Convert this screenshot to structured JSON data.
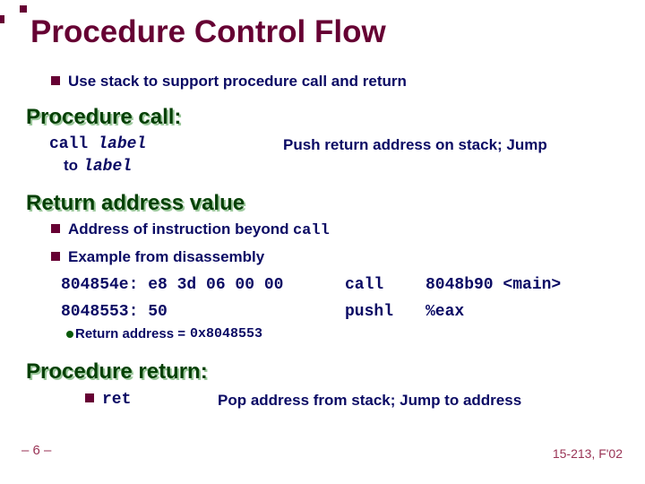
{
  "slide": {
    "title": "Procedure Control Flow",
    "intro_bullet": "Use stack to support procedure call and return",
    "call_section": {
      "heading": "Procedure call:",
      "code_keyword": "call",
      "code_operand": "label",
      "wrap_prefix": "to",
      "wrap_operand": "label",
      "description": "Push return address on stack; Jump"
    },
    "return_value_section": {
      "heading": "Return address value",
      "bullet1_text": "Address of instruction beyond",
      "bullet1_code": "call",
      "bullet2_text": "Example from disassembly",
      "disassembly": [
        {
          "addr_bytes": "804854e: e8 3d 06 00 00",
          "mnemonic": "call",
          "operand": "8048b90 <main>"
        },
        {
          "addr_bytes": "8048553: 50",
          "mnemonic": "pushl",
          "operand": "%eax"
        }
      ],
      "note_label": "Return address =",
      "note_value": "0x8048553"
    },
    "return_section": {
      "heading": "Procedure return:",
      "code_keyword": "ret",
      "description": "Pop address from stack; Jump to address"
    },
    "footer": {
      "page_number": "– 6 –",
      "course": "15-213, F'02"
    }
  },
  "colors": {
    "title_maroon": "#660033",
    "body_navy": "#0a0a64",
    "heading_green": "#064006",
    "heading_shadow_green": "#9cc89c",
    "bullet_maroon": "#660033",
    "note_dot_green": "#0a5a0a",
    "footer_maroon": "#993355"
  }
}
